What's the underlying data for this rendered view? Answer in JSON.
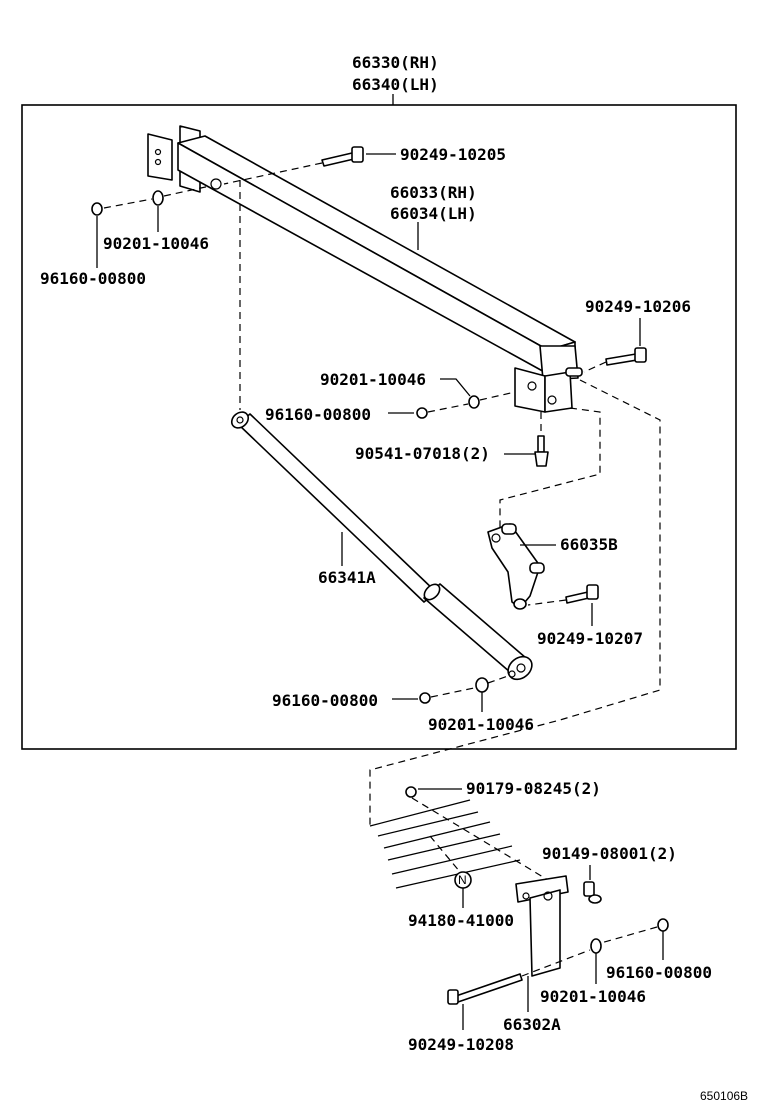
{
  "assembly": {
    "line1": "66330(RH)",
    "line2": "66340(LH)"
  },
  "labels": {
    "bolt_top": "90249-10205",
    "washer_left": "90201-10046",
    "pin_left": "96160-00800",
    "rail_line1": "66033(RH)",
    "rail_line2": "66034(LH)",
    "bolt_right": "90249-10206",
    "washer_mid": "90201-10046",
    "pin_mid": "96160-00800",
    "screw_mid": "90541-07018(2)",
    "bracket": "66035B",
    "strut": "66341A",
    "bolt_bracket": "90249-10207",
    "pin_strut": "96160-00800",
    "washer_strut": "90201-10046",
    "nut_lower": "90179-08245(2)",
    "bolt_lower": "90149-08001(2)",
    "nut_plate": "94180-41000",
    "pin_lower": "96160-00800",
    "washer_lower": "90201-10046",
    "plate": "66302A",
    "bolt_bottom": "90249-10208"
  },
  "nut_symbol": "N",
  "figure_code": "650106B"
}
